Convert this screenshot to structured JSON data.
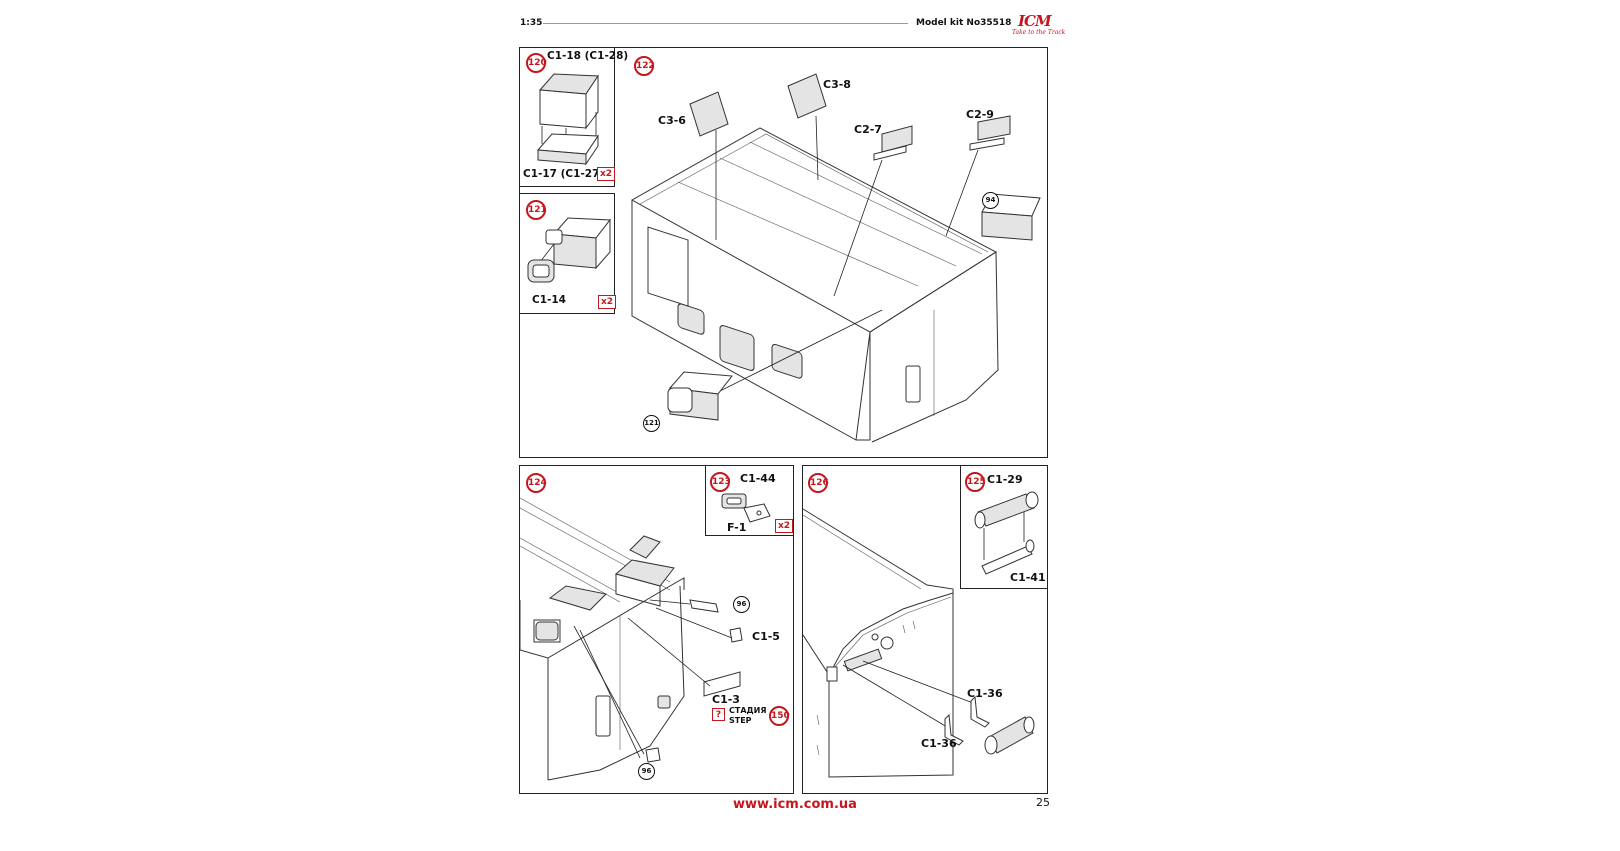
{
  "header": {
    "scale": "1:35",
    "model_kit": "Model kit No35518",
    "logo_text": "ICM",
    "logo_tagline": "Take to the Track"
  },
  "footer": {
    "website": "www.icm.com.ua",
    "page_number": "25"
  },
  "colors": {
    "accent": "#c5161d",
    "line": "#222222"
  },
  "steps": {
    "s120": {
      "number": "120",
      "part_top": "C1-18 (C1-28)",
      "part_bottom": "C1-17 (C1-27)",
      "quantity": "x2"
    },
    "s121": {
      "number": "121",
      "part": "C1-14",
      "quantity": "x2"
    },
    "s122": {
      "number": "122",
      "parts": [
        "C3-6",
        "C3-8",
        "C2-7",
        "C2-9"
      ],
      "ref_a": "94",
      "ref_b": "121"
    },
    "s123": {
      "number": "123",
      "part_a": "C1-44",
      "part_b": "F-1",
      "quantity": "x2"
    },
    "s124": {
      "number": "124",
      "part_a": "C1-5",
      "part_b": "C1-3",
      "ref": "96",
      "ref_b": "96",
      "question": "?",
      "stage_ru": "СТАДИЯ",
      "stage_en": "STEP",
      "stage_number": "150"
    },
    "s125": {
      "number": "125",
      "part_a": "C1-29",
      "part_b": "C1-41"
    },
    "s126": {
      "number": "126",
      "part_a": "C1-36",
      "part_b": "C1-36"
    }
  }
}
